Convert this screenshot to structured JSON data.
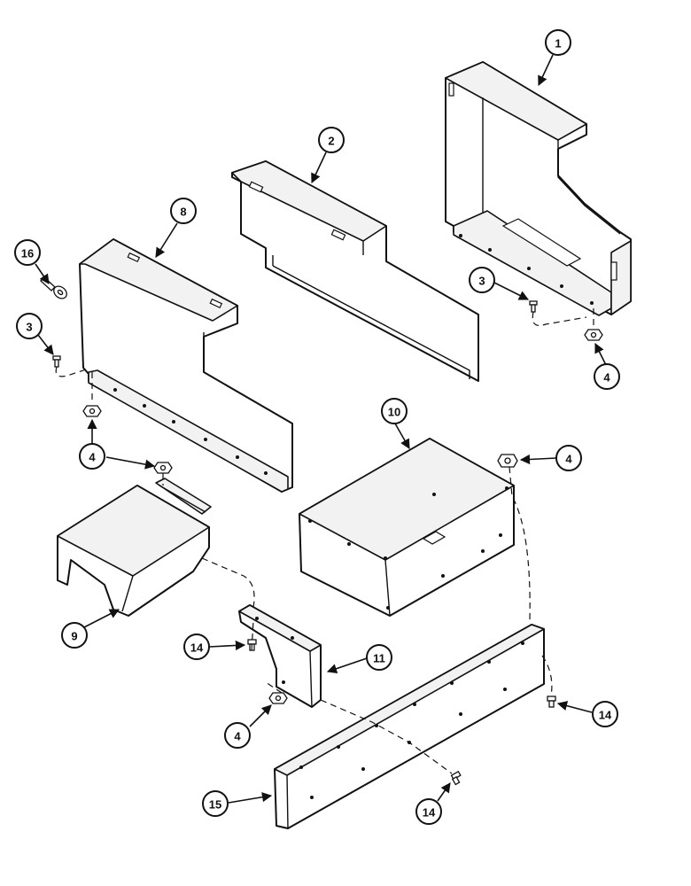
{
  "callouts": {
    "c1": "1",
    "c2": "2",
    "c3a": "3",
    "c3b": "3",
    "c4a": "4",
    "c4b": "4",
    "c4c": "4",
    "c4d": "4",
    "c8": "8",
    "c9": "9",
    "c10": "10",
    "c11": "11",
    "c14a": "14",
    "c14b": "14",
    "c14c": "14",
    "c15": "15",
    "c16": "16"
  }
}
